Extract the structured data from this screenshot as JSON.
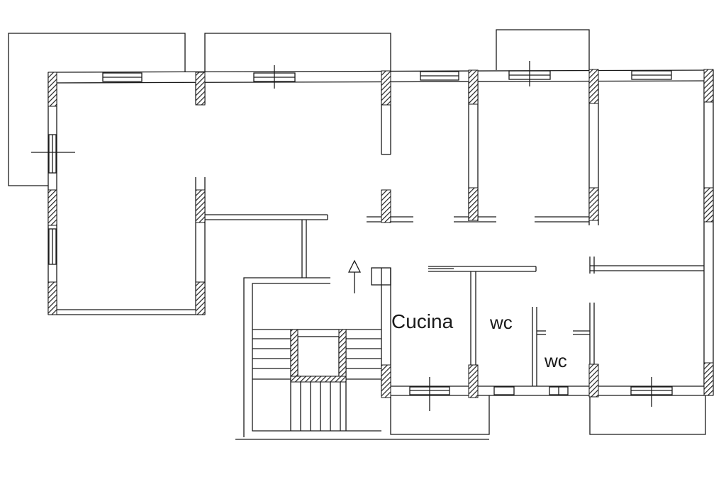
{
  "plan": {
    "rooms": [
      {
        "id": "cucina",
        "label": "Cucina"
      },
      {
        "id": "wc-1",
        "label": "wc"
      },
      {
        "id": "wc-2",
        "label": "wc"
      }
    ],
    "colors": {
      "wall": "#1a1a1a",
      "hatch": "#333333",
      "background": "#ffffff"
    },
    "icons": [
      "entrance-arrow-icon",
      "stair-icon"
    ]
  }
}
